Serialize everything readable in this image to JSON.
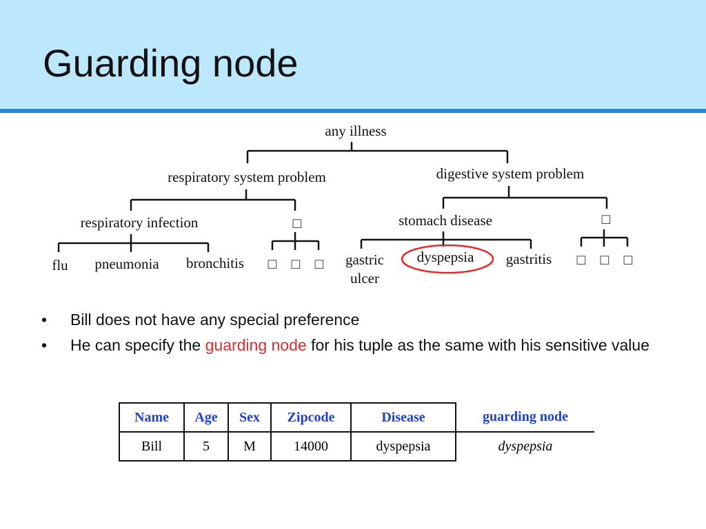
{
  "slide": {
    "title": "Guarding node"
  },
  "taxonomy": {
    "root": "any illness",
    "respiratory": "respiratory system problem",
    "digestive": "digestive system problem",
    "resp_infection": "respiratory infection",
    "stomach": "stomach disease",
    "flu": "flu",
    "pneumonia": "pneumonia",
    "bronchitis": "bronchitis",
    "gastric_ulcer_line1": "gastric",
    "gastric_ulcer_line2": "ulcer",
    "dyspepsia": "dyspepsia",
    "gastritis": "gastritis",
    "placeholder": "□",
    "highlight_color": "#e8272a"
  },
  "bullets": [
    {
      "marker": "•",
      "text": "Bill does not have any special preference"
    },
    {
      "marker": "•",
      "before": "He can specify the ",
      "highlight": "guarding node",
      "after": " for his tuple as the same with his sensitive value"
    }
  ],
  "table": {
    "headers": [
      "Name",
      "Age",
      "Sex",
      "Zipcode",
      "Disease"
    ],
    "row": [
      "Bill",
      "5",
      "M",
      "14000",
      "dyspepsia"
    ],
    "guard_header": "guarding node",
    "guard_value": "dyspepsia",
    "header_color": "#1e40d8"
  }
}
